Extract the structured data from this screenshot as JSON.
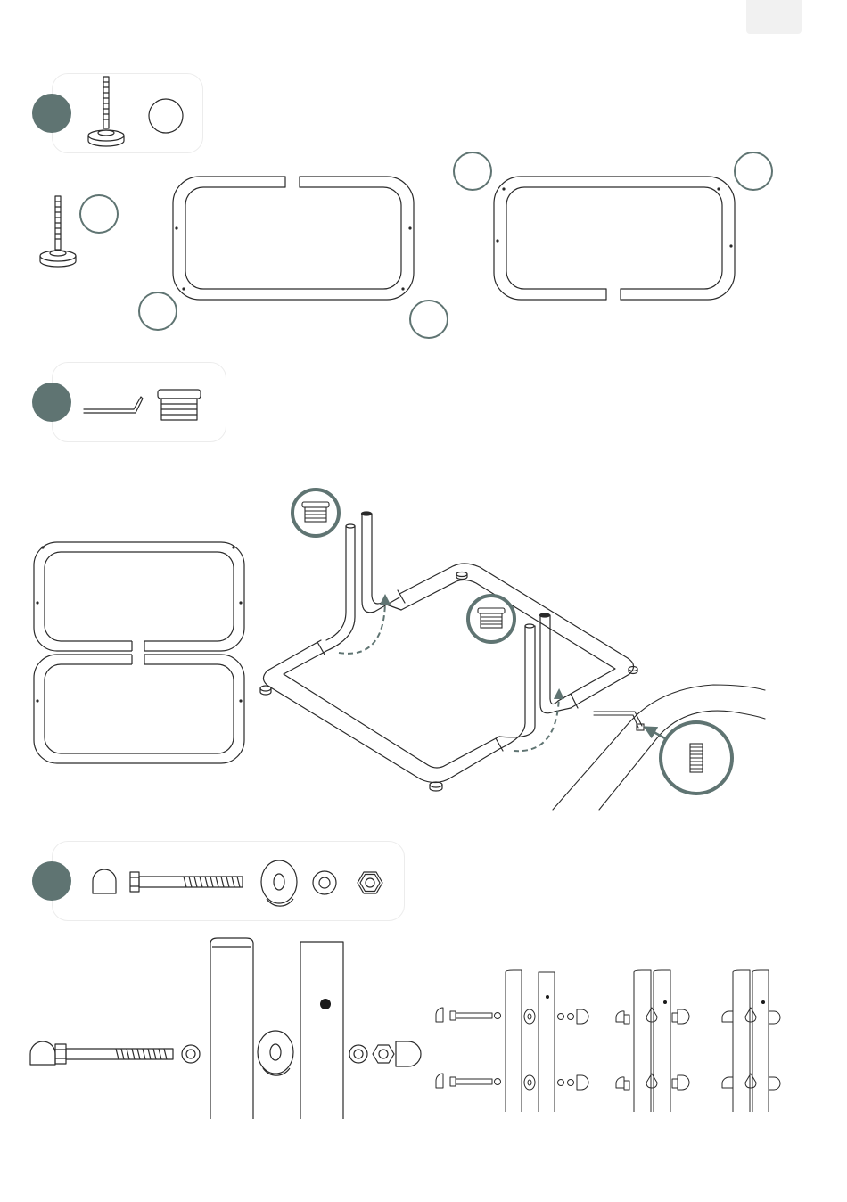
{
  "colors": {
    "accent": "#5f7472",
    "line": "#2a2a2a",
    "panel_border": "#ececec",
    "page_tab": "#f1f1f1"
  },
  "steps": [
    {
      "id": "step-1",
      "parts": [
        "leveling-foot-icon",
        "empty-marker-icon"
      ]
    },
    {
      "id": "step-2",
      "parts": [
        "allen-key-icon",
        "end-cap-icon"
      ]
    },
    {
      "id": "step-3",
      "parts": [
        "dome-nut-icon",
        "bolt-icon",
        "large-washer-icon",
        "small-washer-icon",
        "hex-nut-icon"
      ]
    }
  ]
}
